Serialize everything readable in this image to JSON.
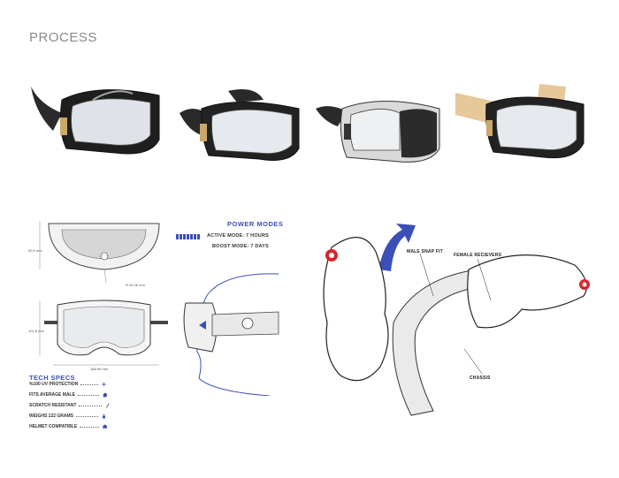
{
  "title": "PROCESS",
  "dimensions": {
    "strap_height": "60.9 mm",
    "strap_width": "R 34.06 mm",
    "front_height": "101.6 mm",
    "front_width": "186.69 mm"
  },
  "power_modes": {
    "title": "POWER MODES",
    "active": "ACTIVE MODE: 7 HOURS",
    "boost": "BOOST MODE: 7 DAYS"
  },
  "tech_specs": {
    "title": "TECH SPECS",
    "items": [
      {
        "label": "%100 UV PROTECTION",
        "icon": "sun-icon"
      },
      {
        "label": "FITS AVERAGE MALE",
        "icon": "head-icon"
      },
      {
        "label": "SCRATCH RESISTANT",
        "icon": "scratch-icon"
      },
      {
        "label": "WEIGHS 122 GRAMS",
        "icon": "weight-icon"
      },
      {
        "label": "HELMET COMPATIBLE",
        "icon": "helmet-icon"
      }
    ]
  },
  "assembly_labels": {
    "male_snap": "MALE SNAP FIT",
    "female": "FEMALE RECIEVERS",
    "chassis": "CHASSIS"
  },
  "colors": {
    "accent_blue": "#3b4fb8",
    "red": "#d8262d",
    "title_gray": "#8a8a8a"
  }
}
